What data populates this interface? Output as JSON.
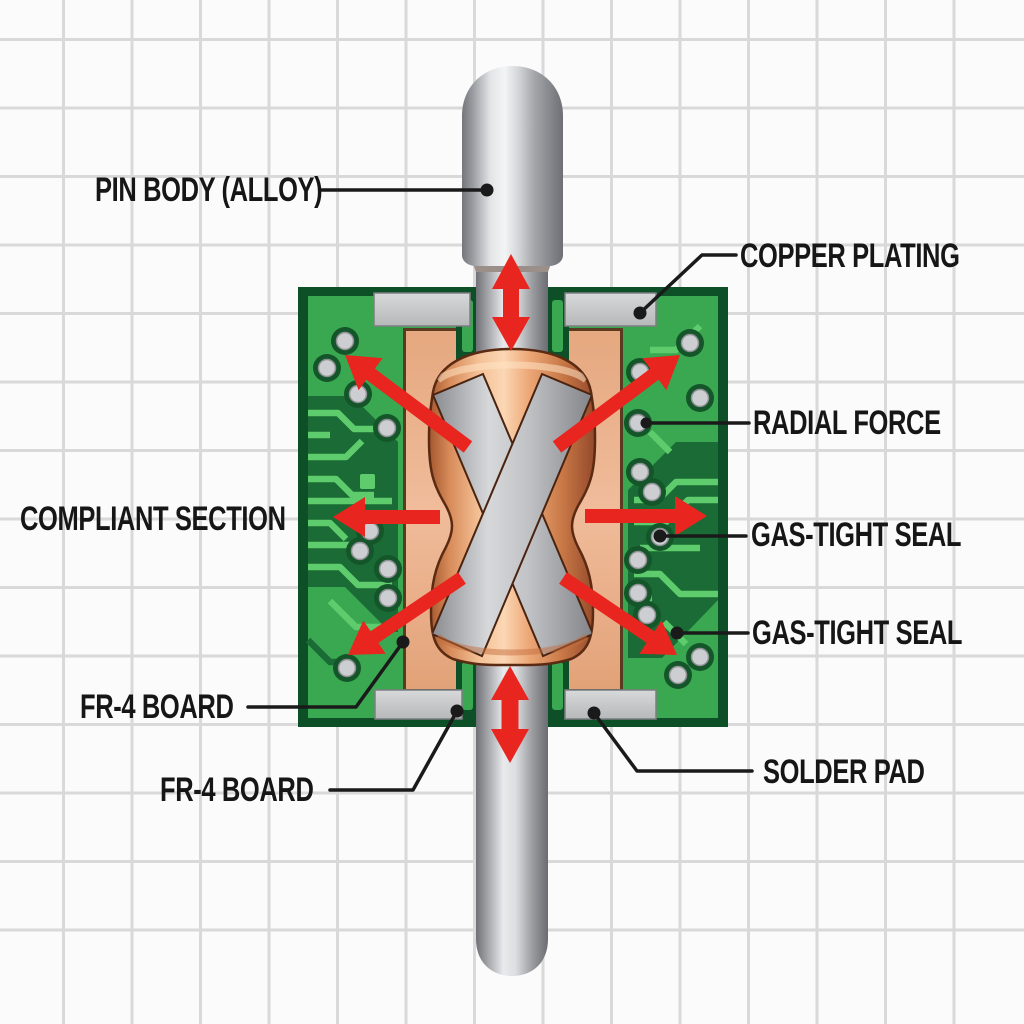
{
  "labels": [
    {
      "id": "pin-body",
      "text": "PIN BODY (ALLOY)"
    },
    {
      "id": "copper-plating",
      "text": "COPPER PLATING"
    },
    {
      "id": "radial-force",
      "text": "RADIAL FORCE"
    },
    {
      "id": "compliant-section",
      "text": "COMPLIANT SECTION"
    },
    {
      "id": "gas-tight-seal-1",
      "text": "GAS-TIGHT SEAL"
    },
    {
      "id": "gas-tight-seal-2",
      "text": "GAS-TIGHT SEAL"
    },
    {
      "id": "fr4-board-1",
      "text": "FR-4 BOARD"
    },
    {
      "id": "fr4-board-2",
      "text": "FR-4 BOARD"
    },
    {
      "id": "solder-pad",
      "text": "SOLDER PAD"
    }
  ],
  "arrows": [
    "axial-force-top-double-arrow",
    "axial-force-bottom-double-arrow",
    "radial-force-up-left-arrow",
    "radial-force-up-right-arrow",
    "radial-force-left-arrow",
    "radial-force-right-arrow",
    "radial-force-down-left-arrow",
    "radial-force-down-right-arrow"
  ],
  "colors": {
    "background": "#fbfbfb",
    "grid": "#d9d9d9",
    "board_green": "#3aa850",
    "board_dark": "#0d4f26",
    "trace_dark_region": "#1a6b35",
    "trace_bright": "#5ecb6c",
    "salmon_barrel": "#eeb491",
    "copper_mid": "#e29b6f",
    "copper_light": "#f8cba6",
    "copper_dark": "#a4562e",
    "pin_silver": "#d9dbde",
    "pad_gray": "#c9cbcd",
    "arrow_red": "#e8251e",
    "leader_black": "#1a1a1a",
    "label_text": "#161616"
  }
}
